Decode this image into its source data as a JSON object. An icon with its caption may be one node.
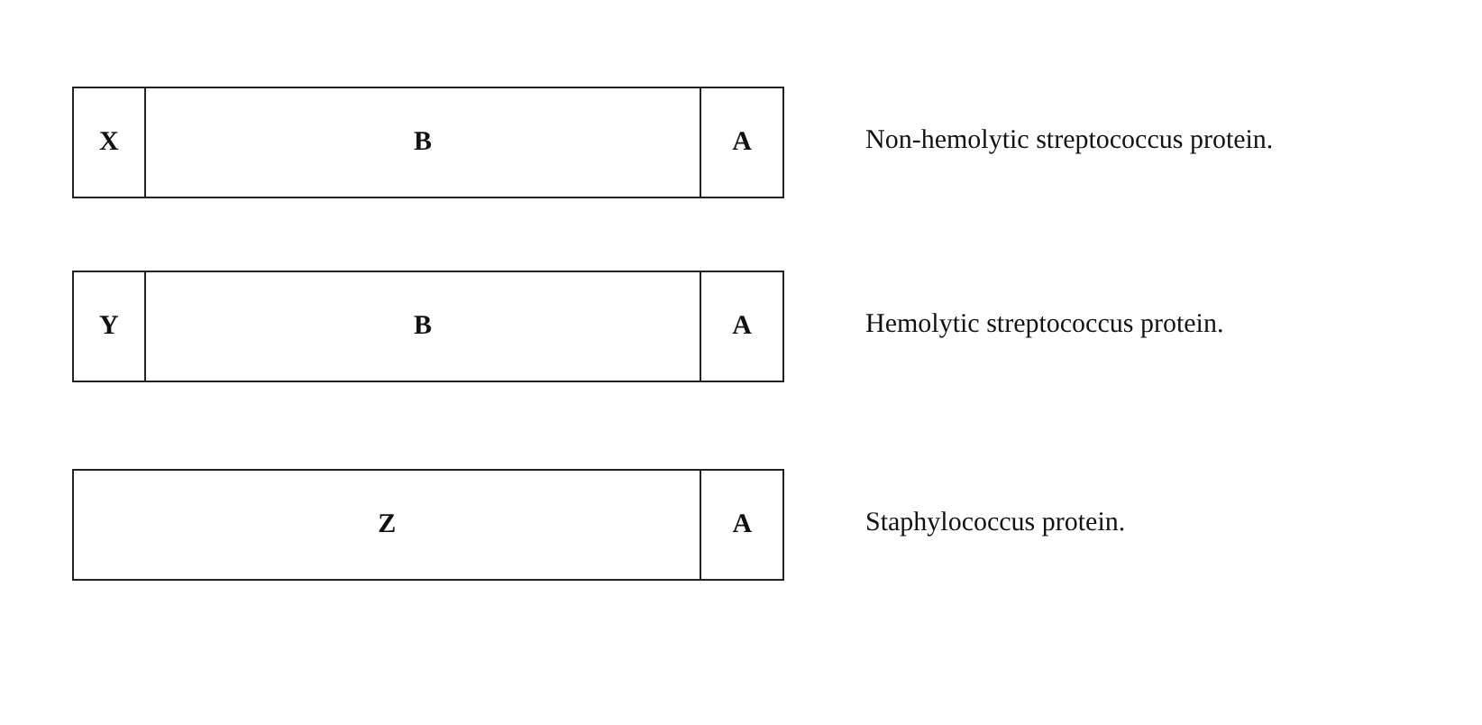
{
  "diagram": {
    "nodes": [
      {
        "text": [],
        "shape": "bar",
        "beside": [
          "Non-hemolytic streptococcus protein."
        ]
      },
      {
        "text": [
          "X"
        ],
        "in": 0
      },
      {
        "text": [
          "B"
        ],
        "in": 0
      },
      {
        "text": [
          "A"
        ],
        "in": 0
      },
      {
        "text": [],
        "shape": "bar",
        "beside": [
          "Hemolytic streptococcus protein."
        ]
      },
      {
        "text": [
          "Y"
        ],
        "in": 4
      },
      {
        "text": [
          "B"
        ],
        "in": 4
      },
      {
        "text": [
          "A"
        ],
        "in": 4
      },
      {
        "text": [],
        "shape": "bar",
        "beside": [
          "Staphylococcus protein."
        ]
      },
      {
        "text": [
          "Z"
        ],
        "in": 8
      },
      {
        "text": [
          "A"
        ],
        "in": 8
      }
    ]
  }
}
